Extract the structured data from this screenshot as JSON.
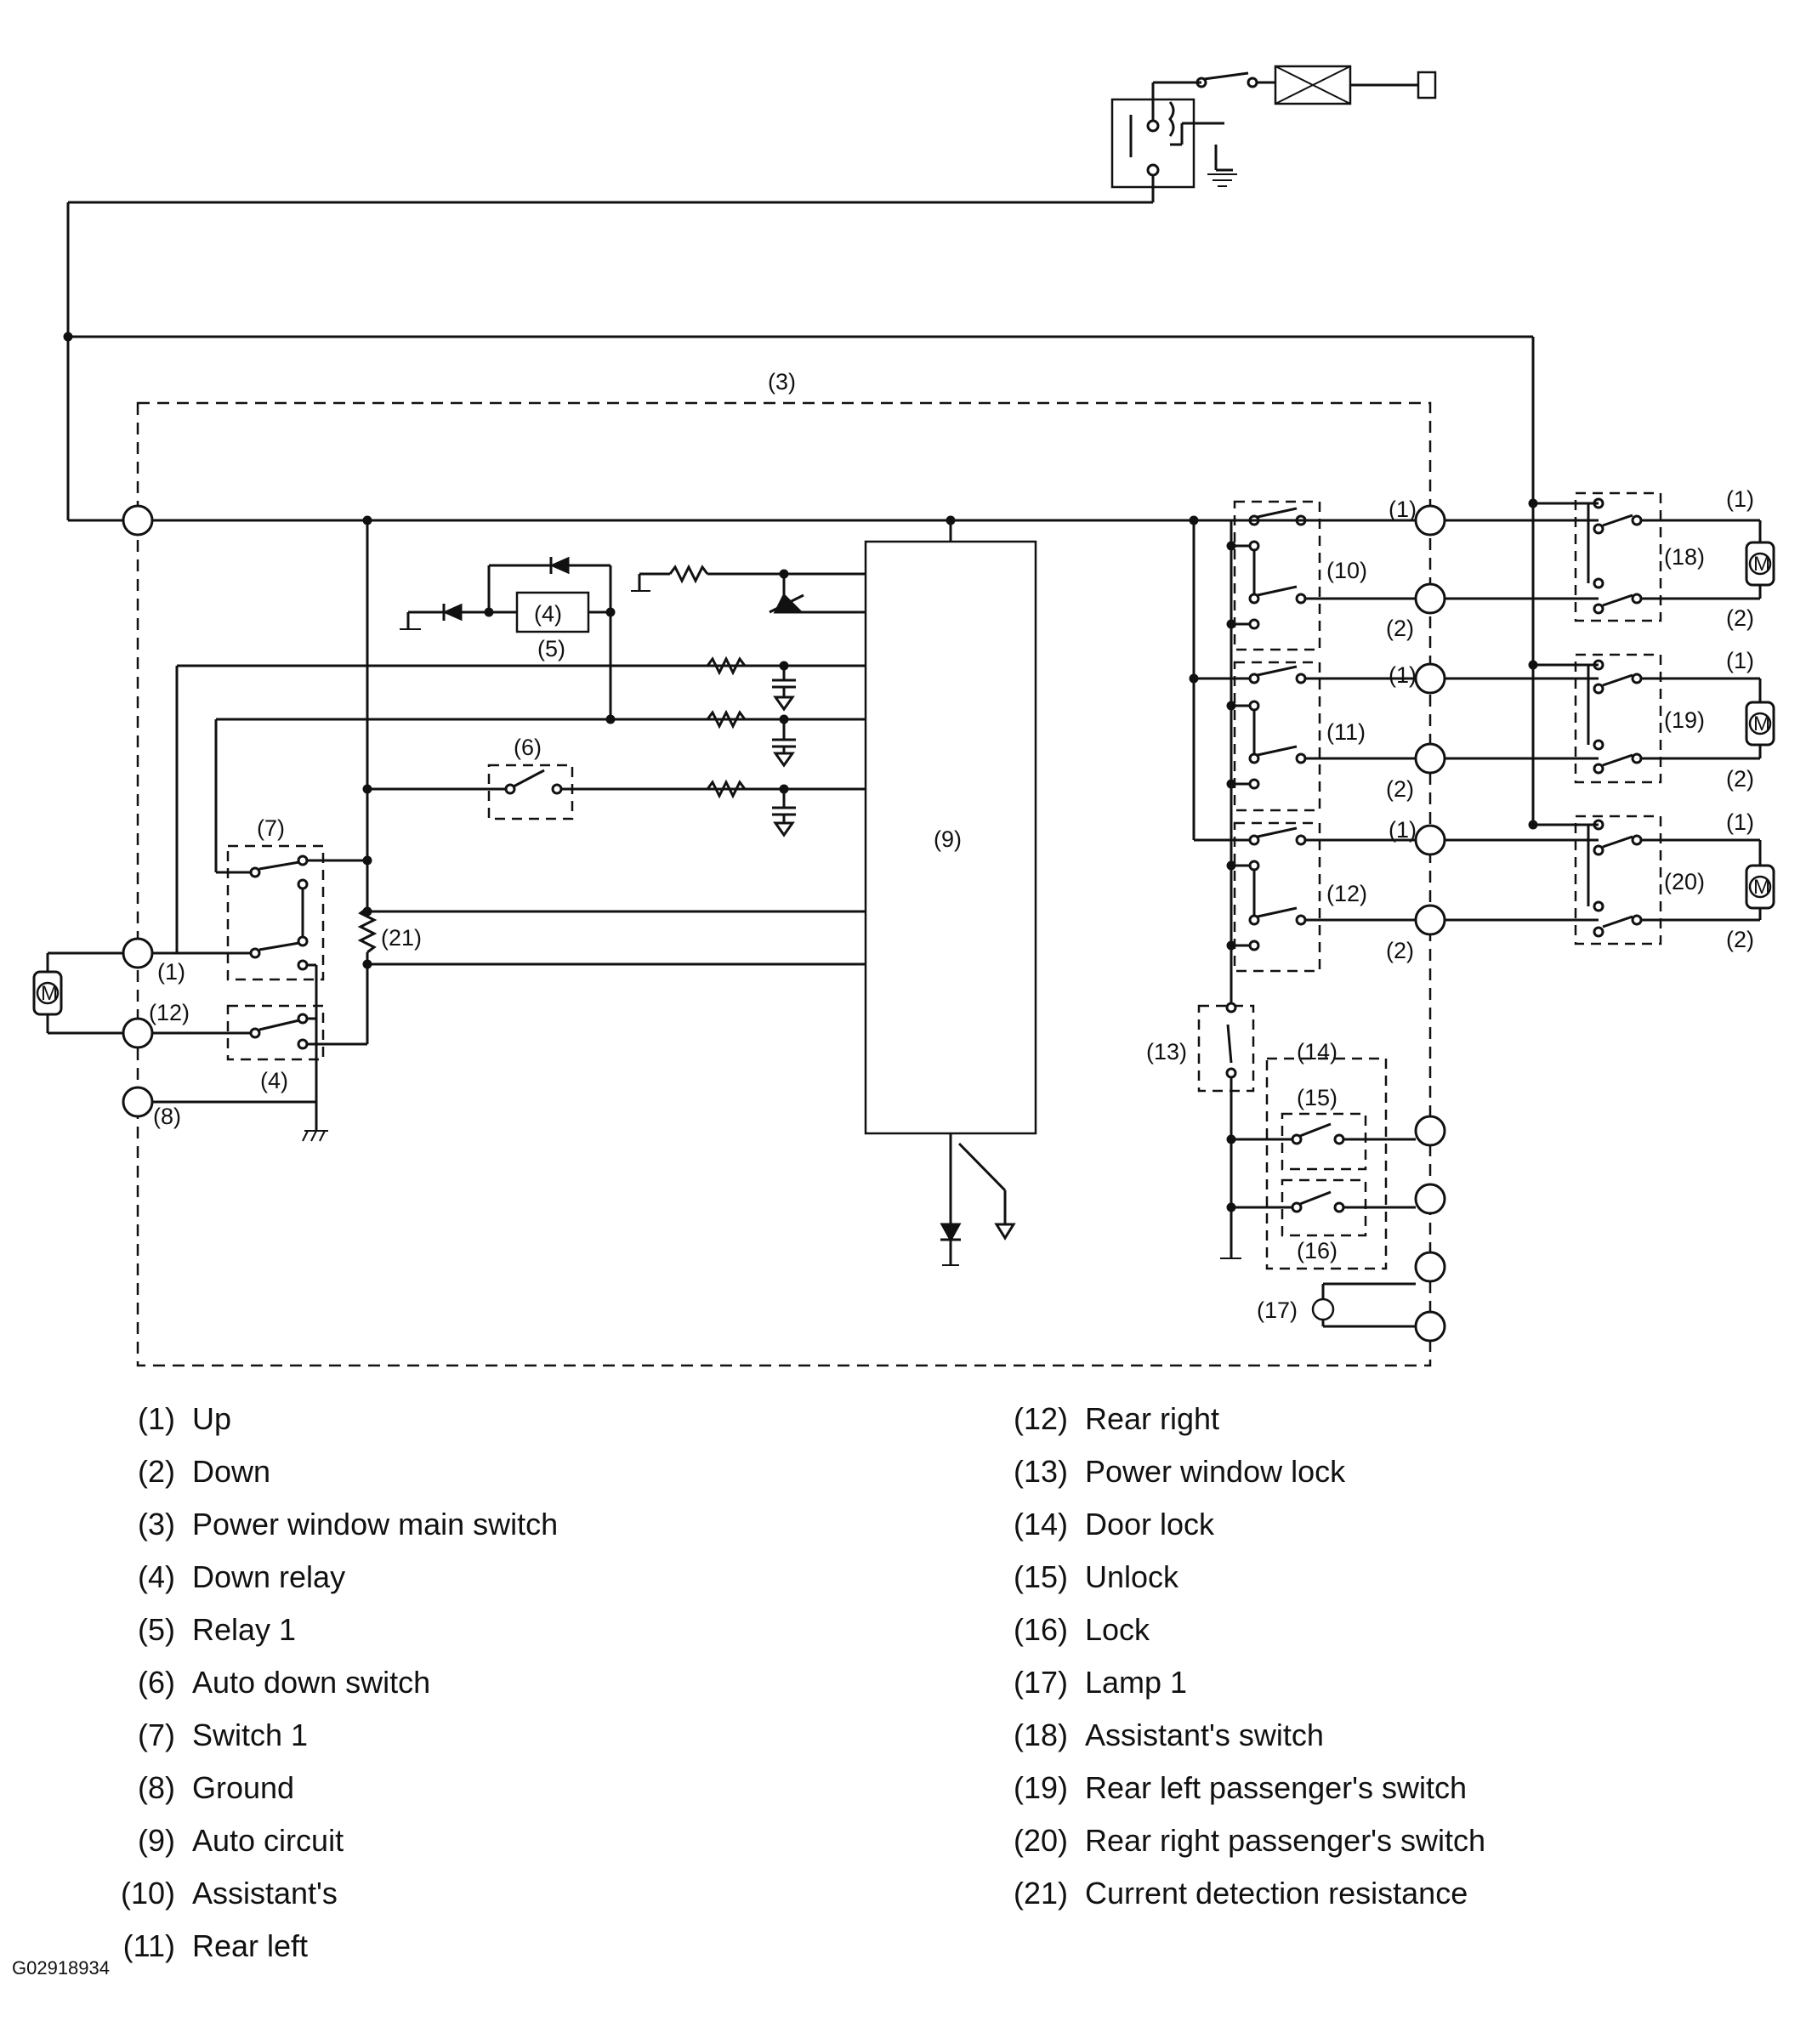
{
  "diagram": {
    "frame_label": "(3)",
    "motor_label": "M",
    "labels": {
      "n1": "(1)",
      "n2": "(2)",
      "n4": "(4)",
      "n5": "(5)",
      "n6": "(6)",
      "n7": "(7)",
      "n8": "(8)",
      "n9": "(9)",
      "n10": "(10)",
      "n11": "(11)",
      "n12": "(12)",
      "n13": "(13)",
      "n14": "(14)",
      "n15": "(15)",
      "n16": "(16)",
      "n17": "(17)",
      "n18": "(18)",
      "n19": "(19)",
      "n20": "(20)",
      "n21": "(21)"
    }
  },
  "legend": {
    "left": [
      {
        "num": "(1)",
        "text": "Up"
      },
      {
        "num": "(2)",
        "text": "Down"
      },
      {
        "num": "(3)",
        "text": "Power window main switch"
      },
      {
        "num": "(4)",
        "text": "Down relay"
      },
      {
        "num": "(5)",
        "text": "Relay 1"
      },
      {
        "num": "(6)",
        "text": "Auto down switch"
      },
      {
        "num": "(7)",
        "text": "Switch 1"
      },
      {
        "num": "(8)",
        "text": "Ground"
      },
      {
        "num": "(9)",
        "text": "Auto circuit"
      },
      {
        "num": "(10)",
        "text": "Assistant's"
      },
      {
        "num": "(11)",
        "text": "Rear left"
      }
    ],
    "right": [
      {
        "num": "(12)",
        "text": "Rear right"
      },
      {
        "num": "(13)",
        "text": "Power window lock"
      },
      {
        "num": "(14)",
        "text": "Door lock"
      },
      {
        "num": "(15)",
        "text": "Unlock"
      },
      {
        "num": "(16)",
        "text": "Lock"
      },
      {
        "num": "(17)",
        "text": "Lamp 1"
      },
      {
        "num": "(18)",
        "text": "Assistant's switch"
      },
      {
        "num": "(19)",
        "text": "Rear left passenger's switch"
      },
      {
        "num": "(20)",
        "text": "Rear right passenger's switch"
      },
      {
        "num": "(21)",
        "text": "Current detection resistance"
      }
    ]
  },
  "figure_id": "G02918934"
}
